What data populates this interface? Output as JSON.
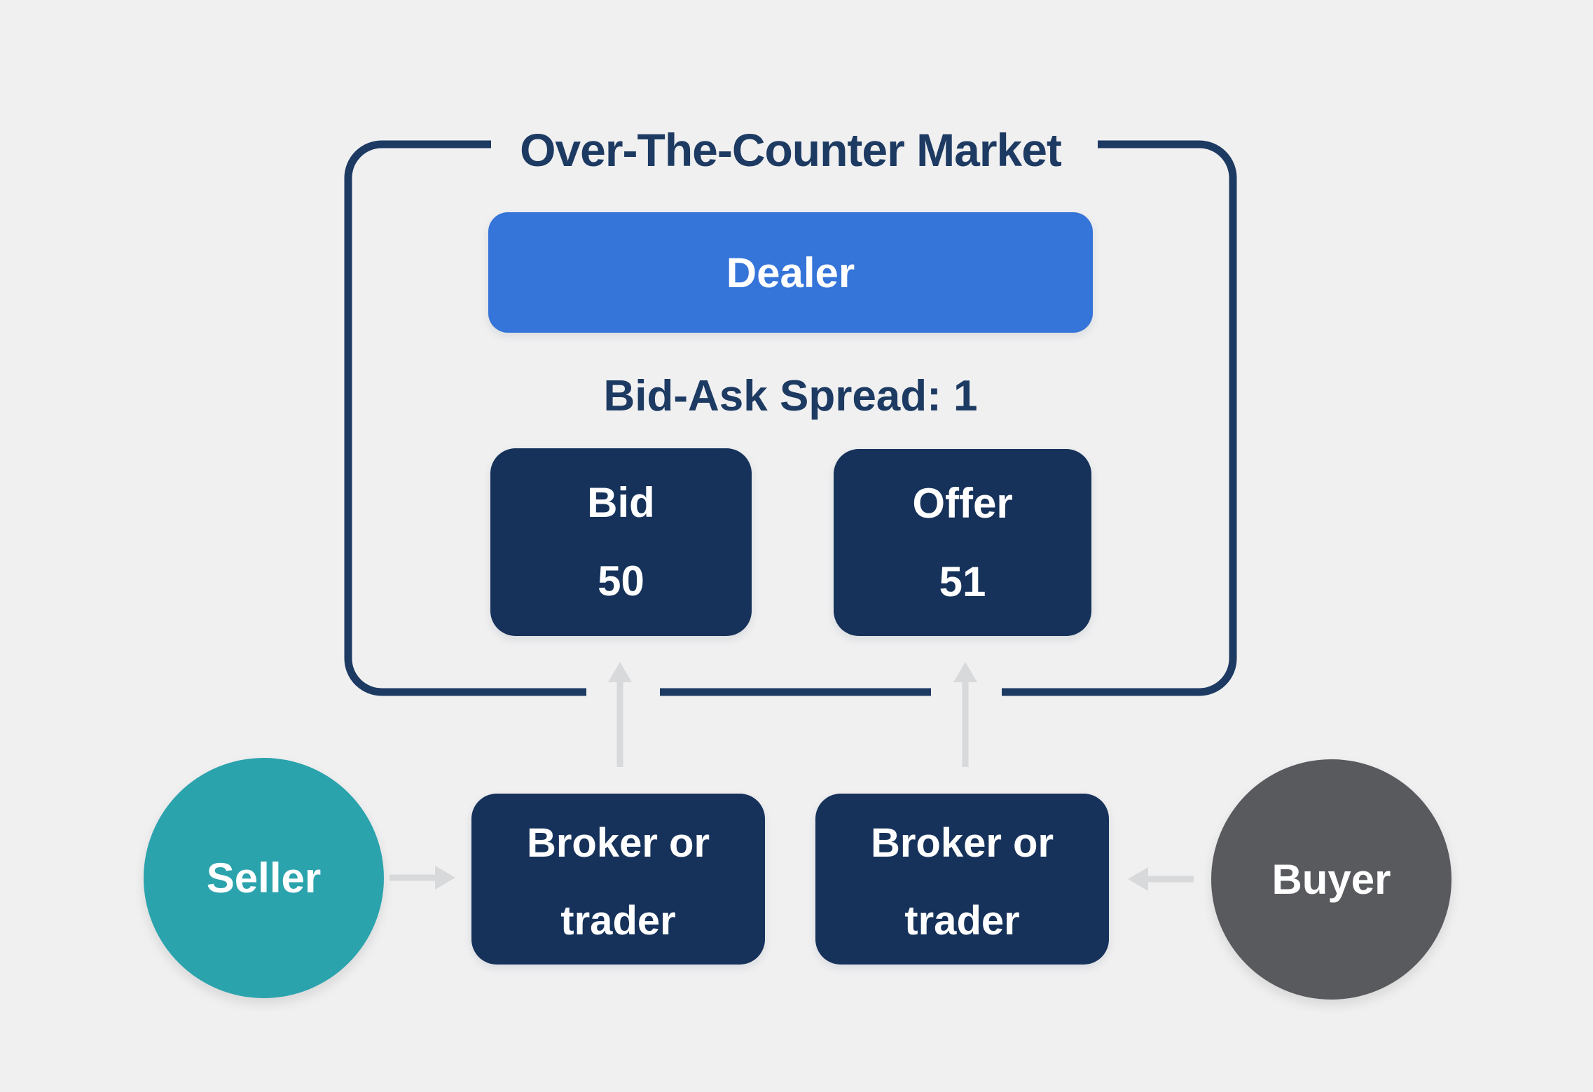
{
  "title": "Over-The-Counter Market",
  "dealer": {
    "label": "Dealer"
  },
  "spread": {
    "label": "Bid-Ask Spread: 1"
  },
  "quotes": [
    {
      "name": "Bid",
      "value": "50"
    },
    {
      "name": "Offer",
      "value": "51"
    }
  ],
  "brokers": [
    {
      "line1": "Broker or",
      "line2": "trader"
    },
    {
      "line1": "Broker or",
      "line2": "trader"
    }
  ],
  "participants": [
    {
      "label": "Seller"
    },
    {
      "label": "Buyer"
    }
  ],
  "arrows": [
    {
      "name": "seller-to-broker-arrow",
      "direction": "right"
    },
    {
      "name": "broker-to-bid-arrow",
      "direction": "up"
    },
    {
      "name": "broker-to-offer-arrow",
      "direction": "up"
    },
    {
      "name": "buyer-to-broker-arrow",
      "direction": "left"
    }
  ],
  "colors": {
    "background": "#f0f0f1",
    "navy_line": "#1d3a62",
    "navy_box": "#16325a",
    "dealer_blue": "#3574d8",
    "seller_teal": "#2ba3ad",
    "buyer_gray": "#595a5e",
    "arrow_gray": "#d8d9db",
    "text_white": "#ffffff"
  }
}
